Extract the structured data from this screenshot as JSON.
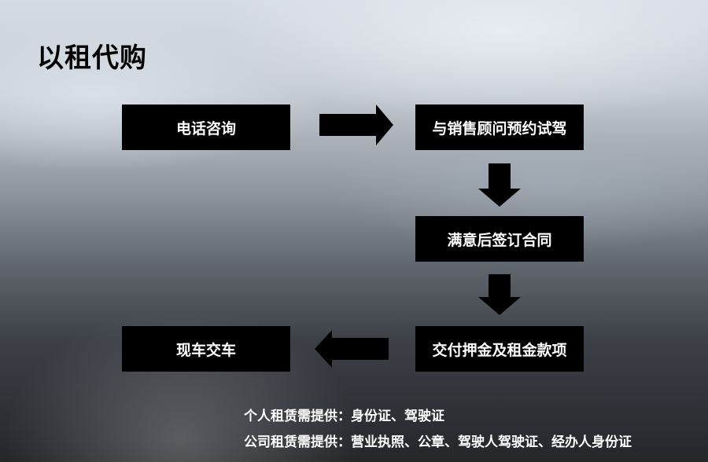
{
  "title": "以租代购",
  "flow": {
    "step1": "电话咨询",
    "step2": "与销售顾问预约试驾",
    "step3": "满意后签订合同",
    "step4": "交付押金及租金款项",
    "step5": "现车交车"
  },
  "requirements": {
    "personal": "个人租赁需提供：身份证、驾驶证",
    "company": "公司租赁需提供：营业执照、公章、驾驶人驾驶证、经办人身份证"
  },
  "colors": {
    "box_fill": "#000000",
    "box_text": "#ffffff",
    "title_text": "#000000",
    "note_text": "#ffffff"
  }
}
